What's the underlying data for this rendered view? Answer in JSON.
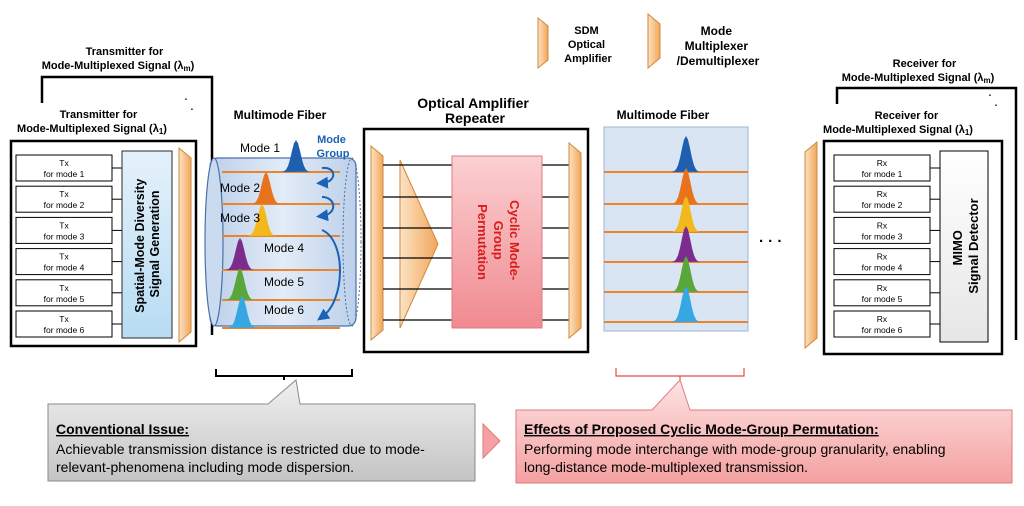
{
  "legend": {
    "sdm_amplifier": [
      "SDM",
      "Optical",
      "Amplifier"
    ],
    "mode_mux": [
      "Mode",
      "Multiplexer",
      "/Demultiplexer"
    ]
  },
  "transmitter": {
    "outer_label": [
      "Transmitter for",
      "Mode-Multiplexed Signal (λ",
      "m",
      ")"
    ],
    "inner_label": [
      "Transmitter for",
      "Mode-Multiplexed Signal (λ",
      "1",
      ")"
    ],
    "tx_boxes": [
      [
        "Tx",
        "for mode 1"
      ],
      [
        "Tx",
        "for mode 2"
      ],
      [
        "Tx",
        "for mode 3"
      ],
      [
        "Tx",
        "for mode 4"
      ],
      [
        "Tx",
        "for mode 5"
      ],
      [
        "Tx",
        "for mode 6"
      ]
    ],
    "diversity_label": [
      "Spatial-Mode Diversity",
      "Signal Generation"
    ]
  },
  "fiber_left": {
    "title": "Multimode Fiber",
    "mode_group": [
      "Mode",
      "Group"
    ],
    "modes": [
      "Mode 1",
      "Mode 2",
      "Mode 3",
      "Mode 4",
      "Mode 5",
      "Mode 6"
    ]
  },
  "repeater": {
    "title": [
      "Optical Amplifier",
      "Repeater"
    ],
    "permutation": [
      "Cyclic Mode-",
      "Group",
      "Permutation"
    ]
  },
  "fiber_right": {
    "title": "Multimode Fiber"
  },
  "ellipsis": "· · ·",
  "receiver": {
    "outer_label": [
      "Receiver for",
      "Mode-Multiplexed Signal (λ",
      "m",
      ")"
    ],
    "inner_label": [
      "Receiver for",
      "Mode-Multiplexed Signal (λ",
      "1",
      ")"
    ],
    "rx_boxes": [
      [
        "Rx",
        "for mode 1"
      ],
      [
        "Rx",
        "for mode 2"
      ],
      [
        "Rx",
        "for mode 3"
      ],
      [
        "Rx",
        "for mode 4"
      ],
      [
        "Rx",
        "for mode 5"
      ],
      [
        "Rx",
        "for mode 6"
      ]
    ],
    "detector_label": [
      "MIMO",
      "Signal Detector"
    ]
  },
  "callout_left": {
    "heading": "Conventional Issue:",
    "body": [
      "Achievable transmission distance is restricted due to mode-",
      "relevant-phenomena including mode dispersion."
    ]
  },
  "callout_right": {
    "heading": "Effects of Proposed Cyclic Mode-Group Permutation:",
    "body": [
      "Performing mode interchange with mode-group granularity, enabling",
      "long-distance mode-multiplexed transmission."
    ]
  },
  "colors": {
    "mode_peaks": [
      "#1f5fb0",
      "#e8731c",
      "#f2b81c",
      "#7b2c8c",
      "#5aa63a",
      "#36a7e0"
    ],
    "mode_group_arrow": "#1a62b8",
    "fiber_fill": "#d6e3f3",
    "amplifier": "#f7c58e",
    "permutation_fill": "#f7a5a8",
    "permutation_text": "#d81c1c",
    "callout_grey": "#d4d4d4",
    "callout_pink": "#f7b4b4",
    "callout_red_text": "#000000"
  }
}
